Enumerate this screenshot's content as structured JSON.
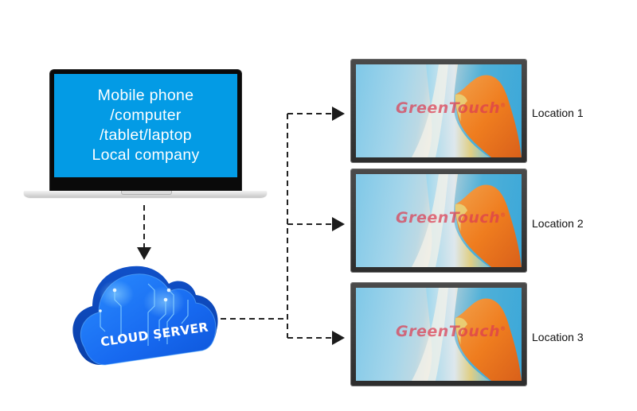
{
  "laptop": {
    "screen_lines": [
      "Mobile phone",
      "/computer",
      "/tablet/laptop",
      "Local company"
    ],
    "screen_color": "#039be5"
  },
  "cloud": {
    "label": "CLOUD SERVER",
    "color": "#1a6ff0"
  },
  "displays": [
    {
      "brand": "GreenTouch",
      "registered_mark": "®",
      "location": "Location 1"
    },
    {
      "brand": "GreenTouch",
      "registered_mark": "®",
      "location": "Location 2"
    },
    {
      "brand": "GreenTouch",
      "registered_mark": "®",
      "location": "Location 3"
    }
  ],
  "connectors": {
    "style": "dashed",
    "color": "#222222",
    "flows": [
      {
        "from": "laptop",
        "to": "cloud"
      },
      {
        "from": "cloud",
        "to": "Location 1"
      },
      {
        "from": "cloud",
        "to": "Location 2"
      },
      {
        "from": "cloud",
        "to": "Location 3"
      }
    ]
  }
}
